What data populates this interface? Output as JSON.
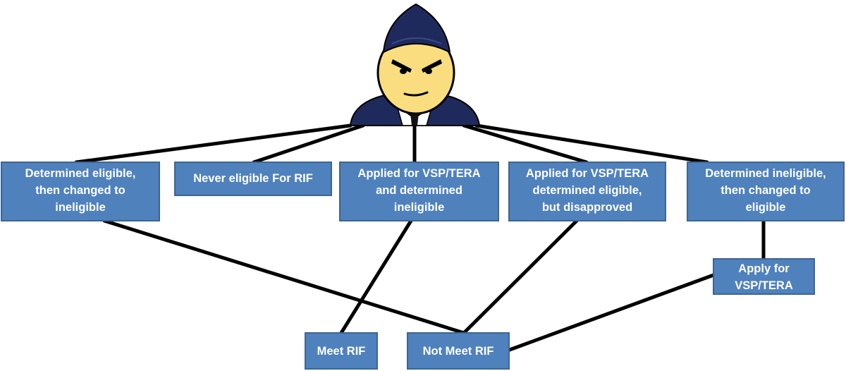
{
  "colors": {
    "box_fill": "#4f81bd",
    "box_border": "#3e6591",
    "box_text": "#ffffff",
    "connector": "#000000",
    "face": "#f9dd7e",
    "uniform": "#1f2a5c"
  },
  "figure": {
    "icon": "airman-icon"
  },
  "nodes": {
    "determined_eligible_changed": {
      "lines": [
        "Determined eligible,",
        "then changed to",
        "ineligible"
      ]
    },
    "never_eligible": {
      "lines": [
        "Never eligible For RIF"
      ]
    },
    "applied_ineligible": {
      "lines": [
        "Applied for VSP/TERA",
        "and determined",
        "ineligible"
      ]
    },
    "applied_disapproved": {
      "lines": [
        "Applied for VSP/TERA",
        "determined eligible,",
        "but disapproved"
      ]
    },
    "determined_ineligible_changed": {
      "lines": [
        "Determined ineligible,",
        "then changed to",
        "eligible"
      ]
    },
    "apply_vsp": {
      "lines": [
        "Apply for",
        "VSP/TERA"
      ]
    },
    "meet_rif": {
      "lines": [
        "Meet RIF"
      ]
    },
    "not_meet_rif": {
      "lines": [
        "Not Meet RIF"
      ]
    }
  }
}
